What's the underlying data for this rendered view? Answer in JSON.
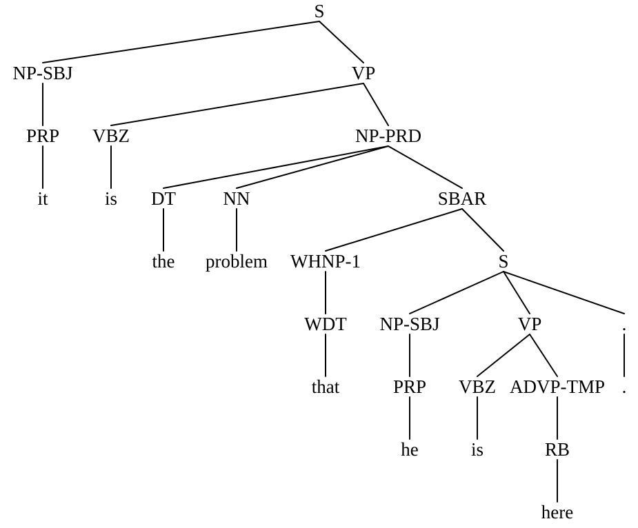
{
  "diagram": {
    "type": "syntax-tree",
    "nodes": [
      {
        "id": "s_root",
        "label": "S"
      },
      {
        "id": "np_sbj_1",
        "label": "NP-SBJ"
      },
      {
        "id": "vp_1",
        "label": "VP"
      },
      {
        "id": "prp_1",
        "label": "PRP"
      },
      {
        "id": "it",
        "label": "it"
      },
      {
        "id": "vbz_1",
        "label": "VBZ"
      },
      {
        "id": "is_1",
        "label": "is"
      },
      {
        "id": "np_prd",
        "label": "NP-PRD"
      },
      {
        "id": "dt",
        "label": "DT"
      },
      {
        "id": "the",
        "label": "the"
      },
      {
        "id": "nn",
        "label": "NN"
      },
      {
        "id": "problem",
        "label": "problem"
      },
      {
        "id": "sbar",
        "label": "SBAR"
      },
      {
        "id": "whnp",
        "label": "WHNP-1"
      },
      {
        "id": "wdt",
        "label": "WDT"
      },
      {
        "id": "that",
        "label": "that"
      },
      {
        "id": "s_inner",
        "label": "S"
      },
      {
        "id": "np_sbj_2",
        "label": "NP-SBJ"
      },
      {
        "id": "prp_2",
        "label": "PRP"
      },
      {
        "id": "he",
        "label": "he"
      },
      {
        "id": "vp_2",
        "label": "VP"
      },
      {
        "id": "vbz_2",
        "label": "VBZ"
      },
      {
        "id": "is_2",
        "label": "is"
      },
      {
        "id": "advp",
        "label": "ADVP-TMP"
      },
      {
        "id": "rb",
        "label": "RB"
      },
      {
        "id": "here",
        "label": "here"
      },
      {
        "id": "punct_tag",
        "label": "."
      },
      {
        "id": "punct_word",
        "label": "."
      }
    ],
    "edges": [
      [
        "s_root",
        "np_sbj_1"
      ],
      [
        "s_root",
        "vp_1"
      ],
      [
        "np_sbj_1",
        "prp_1"
      ],
      [
        "prp_1",
        "it"
      ],
      [
        "vp_1",
        "vbz_1"
      ],
      [
        "vp_1",
        "np_prd"
      ],
      [
        "vbz_1",
        "is_1"
      ],
      [
        "np_prd",
        "dt"
      ],
      [
        "np_prd",
        "nn"
      ],
      [
        "np_prd",
        "sbar"
      ],
      [
        "dt",
        "the"
      ],
      [
        "nn",
        "problem"
      ],
      [
        "sbar",
        "whnp"
      ],
      [
        "sbar",
        "s_inner"
      ],
      [
        "whnp",
        "wdt"
      ],
      [
        "wdt",
        "that"
      ],
      [
        "s_inner",
        "np_sbj_2"
      ],
      [
        "s_inner",
        "vp_2"
      ],
      [
        "s_inner",
        "punct_tag"
      ],
      [
        "np_sbj_2",
        "prp_2"
      ],
      [
        "prp_2",
        "he"
      ],
      [
        "vp_2",
        "vbz_2"
      ],
      [
        "vp_2",
        "advp"
      ],
      [
        "vbz_2",
        "is_2"
      ],
      [
        "advp",
        "rb"
      ],
      [
        "rb",
        "here"
      ],
      [
        "punct_tag",
        "punct_word"
      ]
    ]
  }
}
